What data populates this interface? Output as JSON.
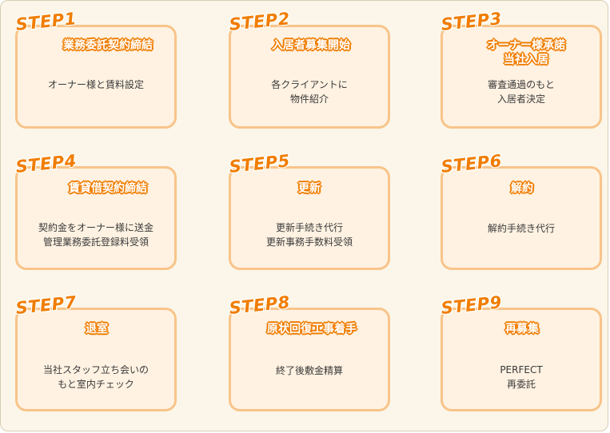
{
  "steps": [
    {
      "label": "STEP1",
      "title": [
        "業務委託契約締結"
      ],
      "body": [
        "オーナー様と賃料設定"
      ]
    },
    {
      "label": "STEP2",
      "title": [
        "入居者募集開始"
      ],
      "body": [
        "各クライアントに",
        "物件紹介"
      ]
    },
    {
      "label": "STEP3",
      "title": [
        "オーナー様承諾",
        "当社入居"
      ],
      "body": [
        "審査通過のもと",
        "入居者決定"
      ]
    },
    {
      "label": "STEP4",
      "title": [
        "賃貸借契約締結"
      ],
      "body": [
        "契約金をオーナー様に送金",
        "管理業務委託登録料受領"
      ]
    },
    {
      "label": "STEP5",
      "title": [
        "更新"
      ],
      "body": [
        "更新手続き代行",
        "更新事務手数料受領"
      ]
    },
    {
      "label": "STEP6",
      "title": [
        "解約"
      ],
      "body": [
        "解約手続き代行"
      ]
    },
    {
      "label": "STEP7",
      "title": [
        "退室"
      ],
      "body": [
        "当社スタッフ立ち会いの",
        "もと室内チェック"
      ]
    },
    {
      "label": "STEP8",
      "title": [
        "原状回復工事着手"
      ],
      "body": [
        "終了後敷金精算"
      ]
    },
    {
      "label": "STEP9",
      "title": [
        "再募集"
      ],
      "body": [
        "PERFECT",
        "再委託"
      ]
    }
  ],
  "colors": {
    "accent": "#f07d00",
    "card_border": "#f8c48a",
    "card_fill": "#fff2e2",
    "background": "#fbf6e9",
    "text": "#3a3a3a"
  }
}
